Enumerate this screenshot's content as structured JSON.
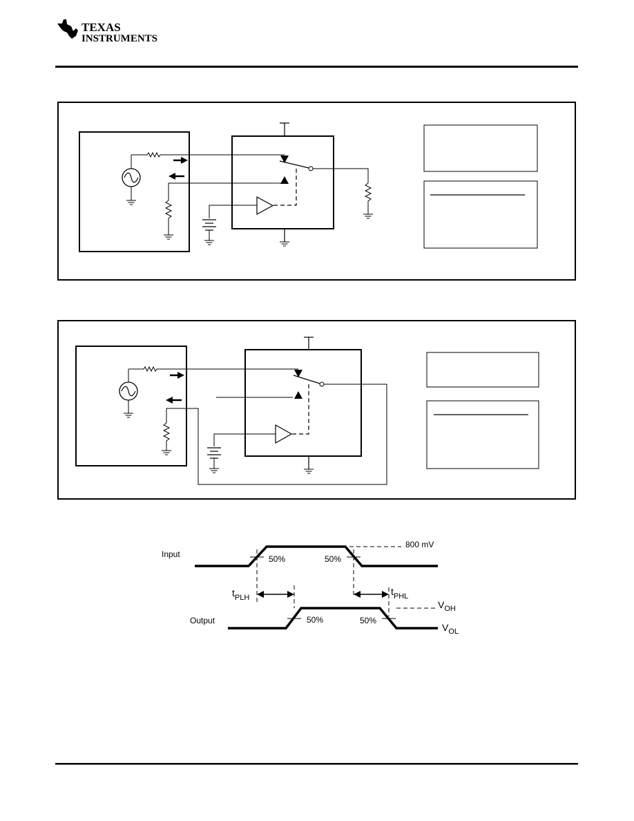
{
  "header": {
    "logo_line1": "Texas",
    "logo_line2": "Instruments"
  },
  "timing": {
    "input_label": "Input",
    "output_label": "Output",
    "threshold_label": "800 mV",
    "pct_label": "50%",
    "tplh_main": "t",
    "tplh_sub": "PLH",
    "tphl_main": "t",
    "tphl_sub": "PHL",
    "voh_main": "V",
    "voh_sub": "OH",
    "vol_main": "V",
    "vol_sub": "OL"
  },
  "colors": {
    "ink": "#000000",
    "paper": "#ffffff"
  }
}
